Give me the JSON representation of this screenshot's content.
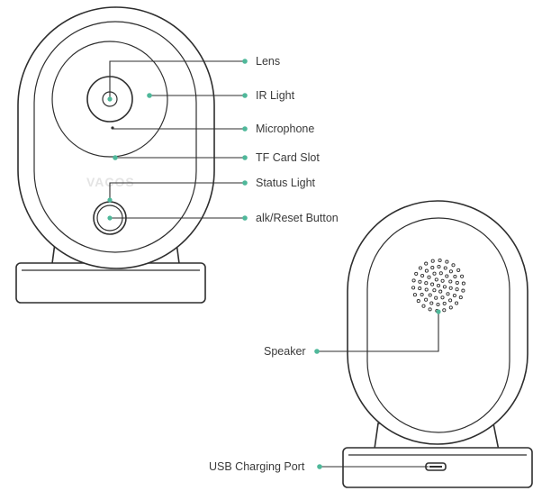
{
  "brand_text": "VACOS",
  "accent_color": "#4fb89a",
  "front_view": {
    "labels": {
      "lens": "Lens",
      "ir_light": "IR Light",
      "microphone": "Microphone",
      "tf_card_slot": "TF Card Slot",
      "status_light": "Status Light",
      "reset_button": "alk/Reset Button"
    }
  },
  "back_view": {
    "labels": {
      "speaker": "Speaker",
      "usb_port": "USB Charging Port"
    }
  }
}
